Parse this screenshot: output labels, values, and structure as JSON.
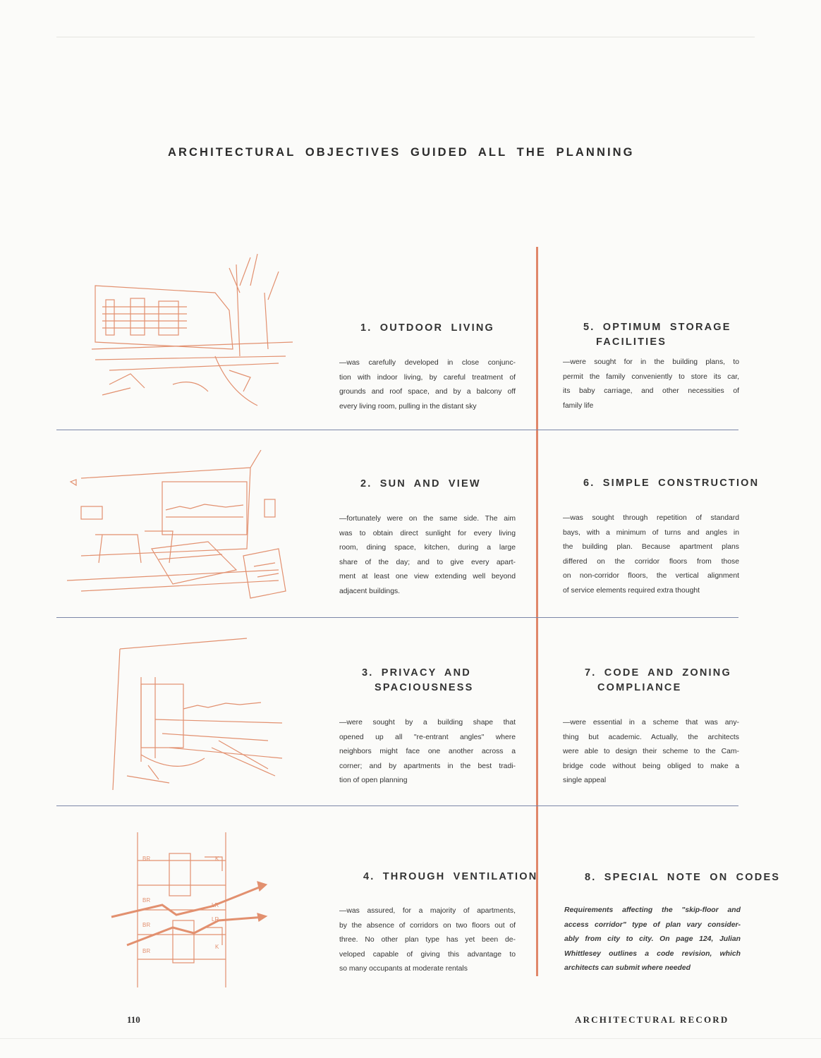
{
  "title": "ARCHITECTURAL OBJECTIVES GUIDED ALL THE PLANNING",
  "colors": {
    "accent_line": "#e0876a",
    "rule": "#7b86a8",
    "sketch": "#e2906f"
  },
  "illustrations": [
    "outdoor-living-sketch",
    "sun-and-view-sketch",
    "privacy-sketch",
    "ventilation-plan-sketch"
  ],
  "plan_labels": [
    "BR",
    "BR",
    "BR",
    "BR",
    "K",
    "LR",
    "LR",
    "K"
  ],
  "sections": [
    {
      "heading": [
        "1. OUTDOOR LIVING"
      ],
      "italic": false,
      "lines": [
        "—was carefully developed in close conjunc-",
        "tion with indoor living, by careful treatment of",
        "grounds and roof space, and by a balcony off",
        "every living room, pulling in the distant sky"
      ]
    },
    {
      "heading": [
        "2. SUN AND VIEW"
      ],
      "italic": false,
      "lines": [
        "—fortunately were on the same side. The aim",
        "was to obtain direct sunlight for every living",
        "room, dining space, kitchen, during a large",
        "share of the day; and to give every apart-",
        "ment at least one view extending well beyond",
        "adjacent buildings."
      ]
    },
    {
      "heading": [
        "3. PRIVACY AND",
        "SPACIOUSNESS"
      ],
      "italic": false,
      "lines": [
        "—were sought by a building shape that",
        "opened up all \"re-entrant angles\" where",
        "neighbors might face one another across a",
        "corner; and by apartments in the best tradi-",
        "tion of open planning"
      ]
    },
    {
      "heading": [
        "4. THROUGH VENTILATION"
      ],
      "italic": false,
      "lines": [
        "—was assured, for a majority of apartments,",
        "by the absence of corridors on two floors out of",
        "three. No other plan type has yet been de-",
        "veloped capable of giving this advantage to",
        "so many occupants at moderate rentals"
      ]
    },
    {
      "heading": [
        "5. OPTIMUM STORAGE",
        "FACILITIES"
      ],
      "italic": false,
      "lines": [
        "—were sought for in the building plans, to",
        "permit the family conveniently to store its car,",
        "its baby carriage, and other necessities of",
        "family life"
      ]
    },
    {
      "heading": [
        "6. SIMPLE CONSTRUCTION"
      ],
      "italic": false,
      "lines": [
        "—was sought through repetition of standard",
        "bays, with a minimum of turns and angles in",
        "the building plan. Because apartment plans",
        "differed on the corridor floors from those",
        "on non-corridor floors, the vertical alignment",
        "of service elements required extra thought"
      ]
    },
    {
      "heading": [
        "7. CODE AND ZONING",
        "COMPLIANCE"
      ],
      "italic": false,
      "lines": [
        "—were essential in a scheme that was any-",
        "thing but academic. Actually, the architects",
        "were able to design their scheme to the Cam-",
        "bridge code without being obliged to make a",
        "single appeal"
      ]
    },
    {
      "heading": [
        "8. SPECIAL NOTE ON CODES"
      ],
      "italic": true,
      "lines": [
        "Requirements affecting the \"skip-floor and",
        "access corridor\" type of plan vary consider-",
        "ably from city to city. On page 124, Julian",
        "Whittlesey outlines a code revision, which",
        "architects can submit where needed"
      ]
    }
  ],
  "footer": {
    "page_number": "110",
    "magazine": "ARCHITECTURAL RECORD"
  }
}
